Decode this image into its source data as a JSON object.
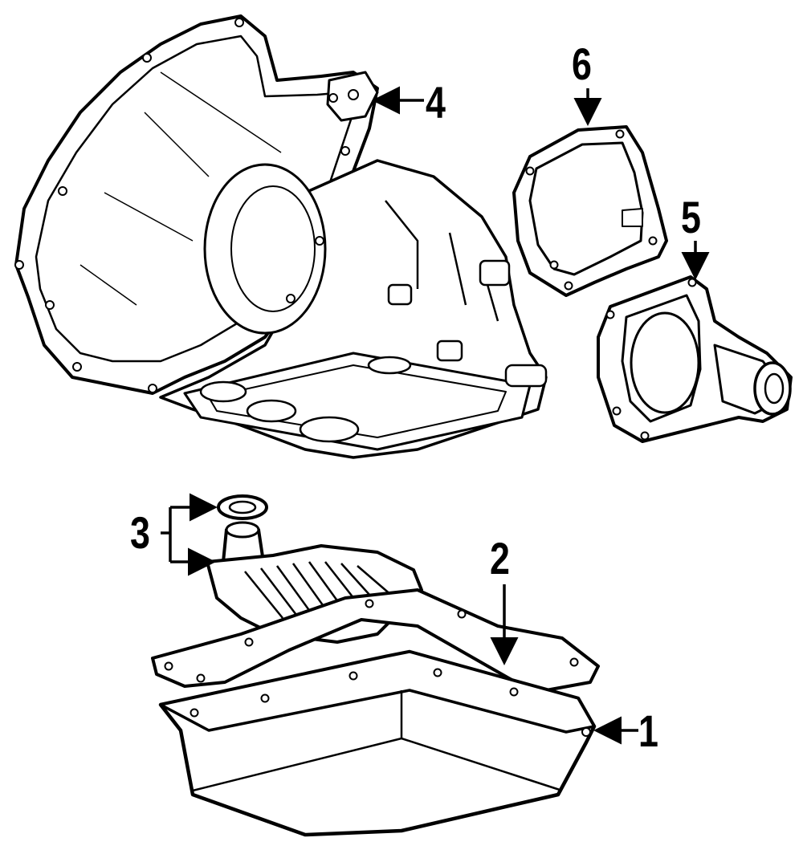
{
  "diagram": {
    "colors": {
      "ink": "#000000",
      "paper": "#ffffff",
      "shade": "#e8e8e8"
    },
    "callouts": [
      {
        "id": "1",
        "label": "1",
        "part": "transmission-oil-pan"
      },
      {
        "id": "2",
        "label": "2",
        "part": "oil-pan-gasket"
      },
      {
        "id": "3",
        "label": "3",
        "part": "oil-filter-and-seal"
      },
      {
        "id": "4",
        "label": "4",
        "part": "transmission-case"
      },
      {
        "id": "5",
        "label": "5",
        "part": "extension-housing"
      },
      {
        "id": "6",
        "label": "6",
        "part": "extension-housing-gasket"
      }
    ]
  }
}
